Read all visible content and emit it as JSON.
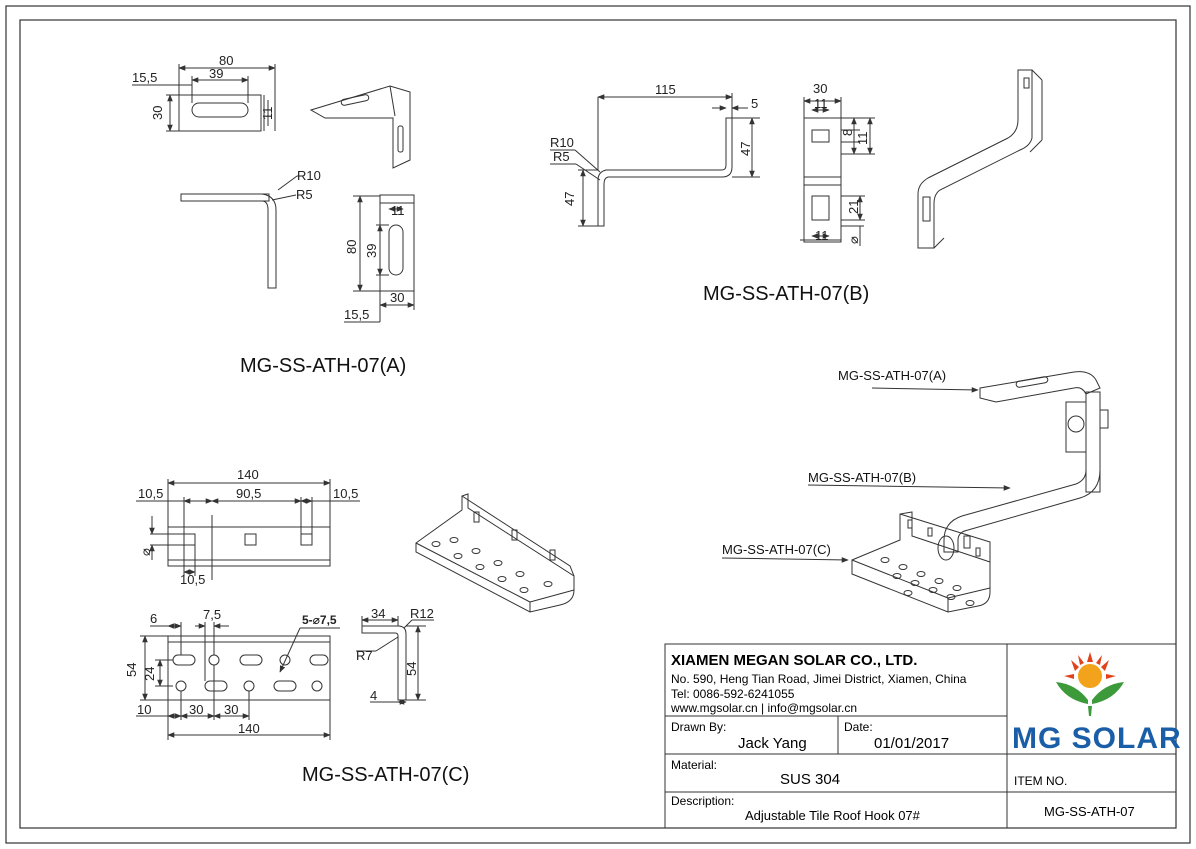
{
  "part_a": {
    "title": "MG-SS-ATH-07(A)",
    "dims": {
      "d80": "80",
      "d39": "39",
      "d15_5": "15,5",
      "d30": "30",
      "d11": "11",
      "r10": "R10",
      "r5": "R5",
      "v80": "80",
      "v39": "39",
      "v11": "11",
      "v30": "30",
      "v15_5": "15,5"
    }
  },
  "part_b": {
    "title": "MG-SS-ATH-07(B)",
    "dims": {
      "d115": "115",
      "d5": "5",
      "d47": "47",
      "r10": "R10",
      "r5": "R5",
      "d47b": "47",
      "d30": "30",
      "d11": "11",
      "d8": "8",
      "d11b": "11",
      "d21": "21",
      "d11c": "11",
      "dia": "⌀"
    }
  },
  "part_c": {
    "title": "MG-SS-ATH-07(C)",
    "dims": {
      "d140": "140",
      "d10_5a": "10,5",
      "d90_5": "90,5",
      "d10_5b": "10,5",
      "dia": "⌀",
      "d10_5c": "10,5",
      "d6": "6",
      "d7_5": "7,5",
      "holes": "5-⌀7,5",
      "d54": "54",
      "d24": "24",
      "d10": "10",
      "d30a": "30",
      "d30b": "30",
      "d140b": "140",
      "d34": "34",
      "r12": "R12",
      "r7": "R7",
      "d54b": "54",
      "d4": "4"
    }
  },
  "assembly": {
    "label_a": "MG-SS-ATH-07(A)",
    "label_b": "MG-SS-ATH-07(B)",
    "label_c": "MG-SS-ATH-07(C)"
  },
  "title_block": {
    "company": "XIAMEN MEGAN SOLAR CO., LTD.",
    "address": "No. 590, Heng Tian Road, Jimei District, Xiamen, China",
    "tel": "Tel: 0086-592-6241055",
    "web": "www.mgsolar.cn | info@mgsolar.cn",
    "drawn_by_label": "Drawn By:",
    "drawn_by": "Jack Yang",
    "date_label": "Date:",
    "date": "01/01/2017",
    "material_label": "Material:",
    "material": "SUS 304",
    "description_label": "Description:",
    "description": "Adjustable Tile Roof Hook 07#",
    "item_no_label": "ITEM NO.",
    "item_no": "MG-SS-ATH-07",
    "logo_text": "MG SOLAR"
  },
  "colors": {
    "line": "#333333",
    "logo_blue": "#1a5ea8",
    "logo_green": "#3c9a3a",
    "logo_orange": "#f2a21b",
    "logo_red": "#e0431c"
  }
}
